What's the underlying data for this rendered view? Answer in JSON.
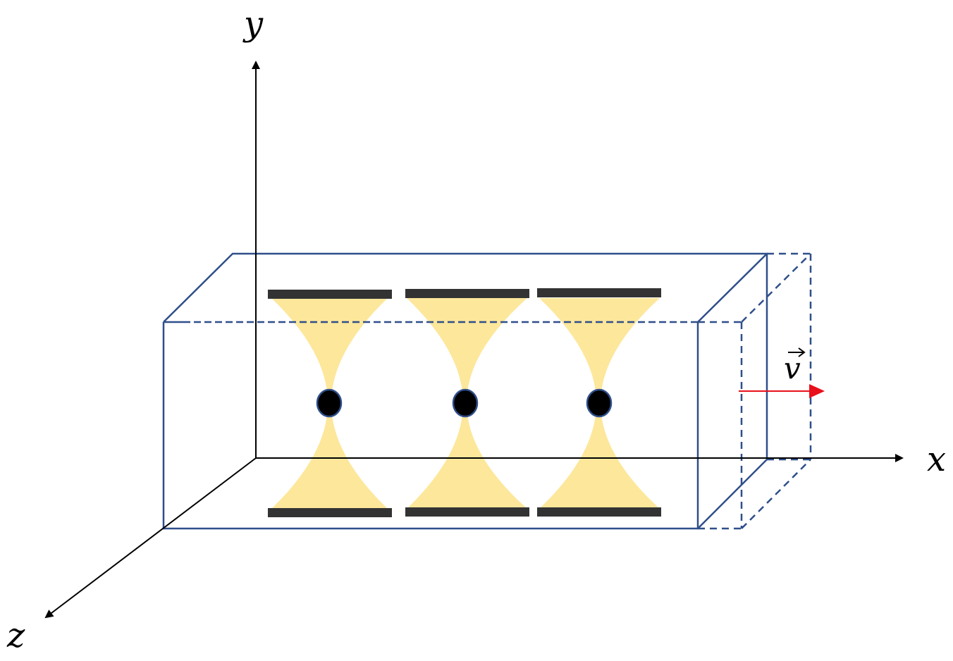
{
  "axes": {
    "x_label": "x",
    "y_label": "y",
    "z_label": "z"
  },
  "velocity": {
    "label": "v",
    "color": "#e8101a"
  },
  "colors": {
    "box_edge": "#2f4f8a",
    "beam": "#fde79b",
    "mirror": "#333333",
    "atom": "#000000",
    "atom_outline": "#2f4f8a"
  }
}
